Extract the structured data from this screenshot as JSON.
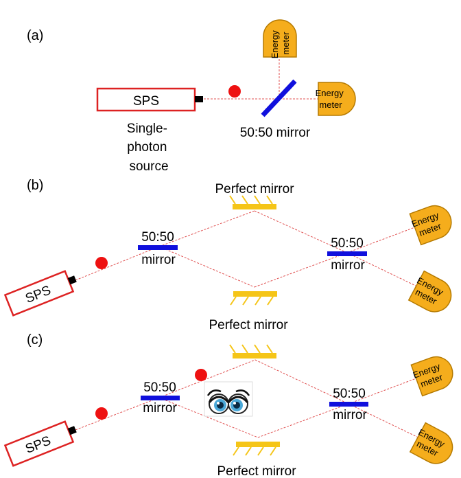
{
  "colors": {
    "beam": "#e05050",
    "photon": "#ee1111",
    "source_border": "#dd2222",
    "splitter": "#1010dd",
    "mirror": "#f5c518",
    "meter_fill": "#f5ad1c",
    "meter_border": "#b57a00"
  },
  "panels": {
    "a": {
      "label": "(a)",
      "source": "SPS",
      "source_caption": [
        "Single-",
        "photon",
        "source"
      ],
      "splitter_label": "50:50 mirror",
      "meter_top": [
        "Energy",
        "meter"
      ],
      "meter_right": [
        "Energy",
        "meter"
      ]
    },
    "b": {
      "label": "(b)",
      "source": "SPS",
      "splitter1": [
        "50:50",
        "mirror"
      ],
      "splitter2": [
        "50:50",
        "mirror"
      ],
      "mirror_top_label": "Perfect mirror",
      "mirror_bottom_label": "Perfect mirror",
      "meter_top": [
        "Energy",
        "meter"
      ],
      "meter_bottom": [
        "Energy",
        "meter"
      ]
    },
    "c": {
      "label": "(c)",
      "source": "SPS",
      "splitter1": [
        "50:50",
        "mirror"
      ],
      "splitter2": [
        "50:50",
        "mirror"
      ],
      "mirror_bottom_label": "Perfect mirror",
      "meter_top": [
        "Energy",
        "meter"
      ],
      "meter_bottom": [
        "Energy",
        "meter"
      ],
      "eyes_icon": "cartoon-eyes-icon"
    }
  }
}
